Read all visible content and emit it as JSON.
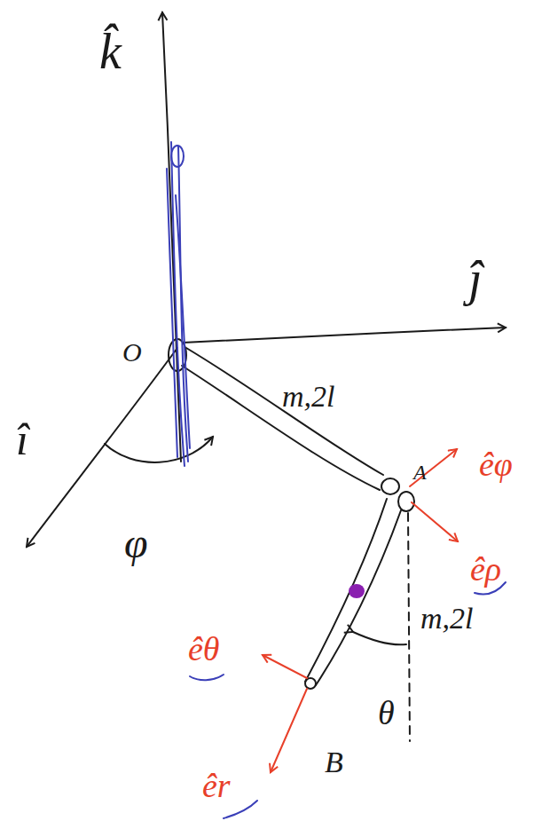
{
  "diagram": {
    "labels": [
      "k̂",
      "ĵ",
      "î",
      "O",
      "φ",
      "m,2l",
      "A",
      "êφ",
      "êρ",
      "m,2l",
      "θ",
      "êθ",
      "B",
      "êr"
    ]
  }
}
